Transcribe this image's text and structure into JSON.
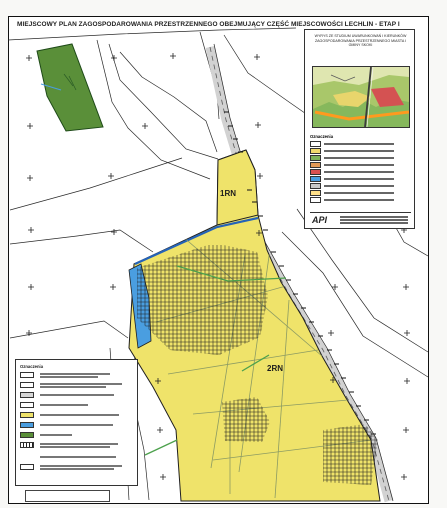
{
  "title": "MIEJSCOWY PLAN ZAGOSPODAROWANIA PRZESTRZENNEGO OBEJMUJĄCY CZĘŚĆ MIEJSCOWOŚCI LECHLIN - ETAP I",
  "zones": {
    "zone_1": "1RN",
    "zone_2": "2RN"
  },
  "inset": {
    "title": "WYRYS ZE STUDIUM UWARUNKOWAŃ I KIERUNKÓW ZAGOSPODAROWANIA PRZESTRZENNEGO MIASTA I GMINY SKOKI",
    "legend_title": "Oznaczenia",
    "logo": "API"
  },
  "legend": {
    "title": "Oznaczenia"
  },
  "colors": {
    "forest": "#5a8f39",
    "meadow": "#efe36a",
    "water": "#4a9ee0",
    "road": "#b9b9b9",
    "boundary": "#2563b8",
    "grid": "#222222",
    "green_line": "#4ca14c"
  }
}
